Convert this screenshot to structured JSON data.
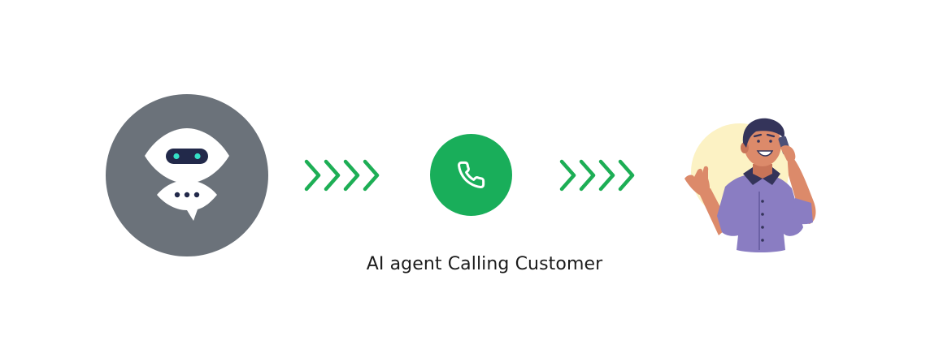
{
  "caption": "AI agent Calling Customer",
  "nodes": [
    {
      "role": "source",
      "icon": "ai-robot-icon"
    },
    {
      "role": "channel",
      "icon": "phone-icon"
    },
    {
      "role": "target",
      "icon": "customer-on-phone-illustration"
    }
  ],
  "connectors": [
    {
      "from": "source",
      "to": "channel",
      "icon": "chevron-arrows-icon",
      "count": 4
    },
    {
      "from": "channel",
      "to": "target",
      "icon": "chevron-arrows-icon",
      "count": 4
    }
  ],
  "colors": {
    "robot_circle": "#6b727a",
    "robot_face": "#ffffff",
    "robot_visor": "#22294a",
    "robot_eyes": "#35e0c6",
    "phone_circle": "#19ae5a",
    "arrows": "#1dae55",
    "customer_shirt": "#8a7dc2",
    "customer_skin": "#dc8a6a",
    "customer_hair": "#34345a",
    "customer_bg": "#fcf2c4",
    "caption_text": "#1c1c1c"
  }
}
